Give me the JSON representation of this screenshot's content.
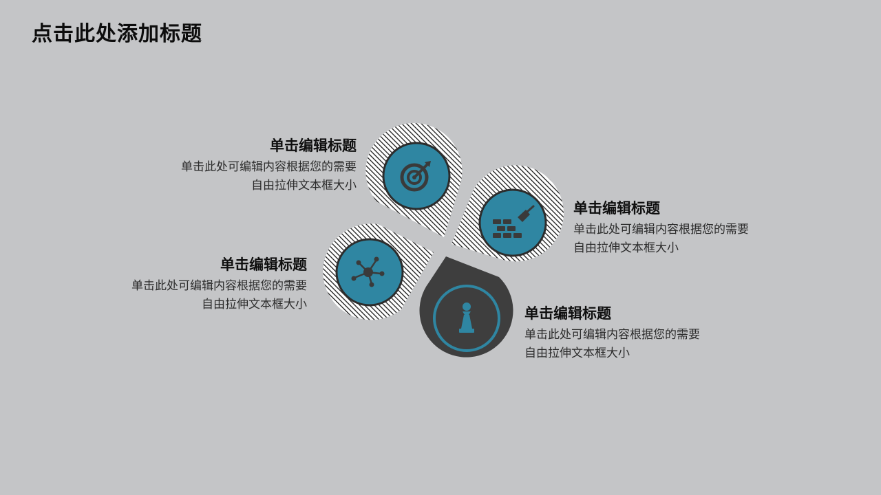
{
  "page": {
    "title": "点击此处添加标题"
  },
  "colors": {
    "background": "#c4c5c7",
    "teal": "#2f86a2",
    "dark": "#3e3e3e",
    "stripe": "#1a1a1a"
  },
  "items": [
    {
      "heading": "单击编辑标题",
      "desc_line1": "单击此处可编辑内容根据您的需要",
      "desc_line2": "自由拉伸文本框大小",
      "icon": "target-arrow-icon"
    },
    {
      "heading": "单击编辑标题",
      "desc_line1": "单击此处可编辑内容根据您的需要",
      "desc_line2": "自由拉伸文本框大小",
      "icon": "brick-wall-trowel-icon"
    },
    {
      "heading": "单击编辑标题",
      "desc_line1": "单击此处可编辑内容根据您的需要",
      "desc_line2": "自由拉伸文本框大小",
      "icon": "network-nodes-icon"
    },
    {
      "heading": "单击编辑标题",
      "desc_line1": "单击此处可编辑内容根据您的需要",
      "desc_line2": "自由拉伸文本框大小",
      "icon": "chess-pawn-icon"
    }
  ]
}
